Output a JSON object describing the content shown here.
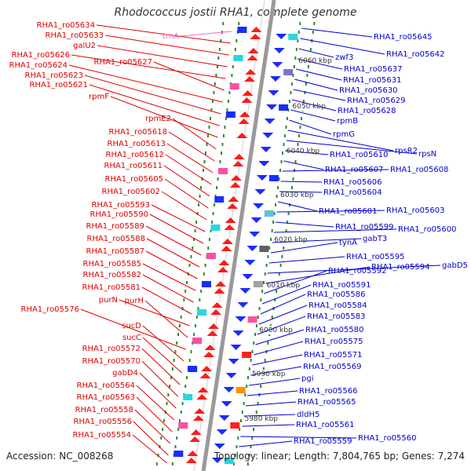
{
  "title": "Rhodococcus jostii RHA1, complete genome",
  "accession": "Accession: NC_008268",
  "summary": "Topology: linear; Length: 7,804,765 bp; Genes: 7,274",
  "scale_labels": [
    "6060 kbp",
    "6050 kbp",
    "6040 kbp",
    "6030 kbp",
    "6020 kbp",
    "6010 kbp",
    "6000 kbp",
    "5990 kbp",
    "5980 kbp"
  ],
  "colors": {
    "left_label": "#e00000",
    "right_label": "#0000cc",
    "rna_label": "#ff66cc",
    "backbone": "#999999",
    "tick": "#2a8a2a"
  },
  "left_genes": [
    "trnA",
    "RHA1_ro05634",
    "RHA1_ro05633",
    "galU2",
    "RHA1_ro05626",
    "RHA1_ro05627",
    "RHA1_ro05624",
    "RHA1_ro05623",
    "RHA1_ro05621",
    "rpmF",
    "rpmE2",
    "RHA1_ro05618",
    "RHA1_ro05613",
    "RHA1_ro05612",
    "RHA1_ro05611",
    "RHA1_ro05605",
    "RHA1_ro05602",
    "RHA1_ro05593",
    "RHA1_ro05590",
    "RHA1_ro05589",
    "RHA1_ro05588",
    "RHA1_ro05587",
    "RHA1_ro05585",
    "RHA1_ro05582",
    "RHA1_ro05581",
    "purN",
    "purH",
    "RHA1_ro05576",
    "sucD",
    "sucC",
    "RHA1_ro05572",
    "RHA1_ro05570",
    "gabD4",
    "RHA1_ro05564",
    "RHA1_ro05563",
    "RHA1_ro05558",
    "RHA1_ro05556",
    "RHA1_ro05554"
  ],
  "right_genes": [
    "RHA1_ro05645",
    "RHA1_ro05642",
    "zwf3",
    "RHA1_ro05637",
    "RHA1_ro05631",
    "RHA1_ro05630",
    "RHA1_ro05629",
    "RHA1_ro05628",
    "rpmB",
    "rpmG",
    "rpsR2",
    "rpsN",
    "RHA1_ro05610",
    "RHA1_ro05607",
    "RHA1_ro05608",
    "RHA1_ro05606",
    "RHA1_ro05604",
    "RHA1_ro05601",
    "RHA1_ro05603",
    "RHA1_ro05599",
    "RHA1_ro05600",
    "gabT3",
    "tynA",
    "RHA1_ro05595",
    "gabD5",
    "RHA1_ro05594",
    "RHA1_ro05592",
    "RHA1_ro05591",
    "RHA1_ro05586",
    "RHA1_ro05584",
    "RHA1_ro05583",
    "RHA1_ro05580",
    "RHA1_ro05575",
    "RHA1_ro05571",
    "RHA1_ro05569",
    "pgi",
    "RHA1_ro05566",
    "RHA1_ro05565",
    "dldH5",
    "RHA1_ro05561",
    "RHA1_ro05560",
    "RHA1_ro05559"
  ]
}
